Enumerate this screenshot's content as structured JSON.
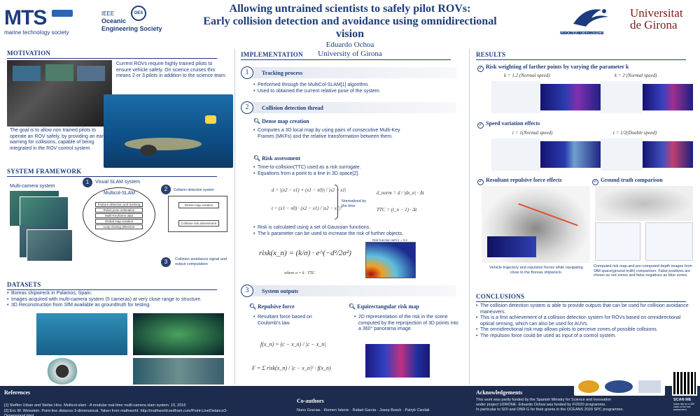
{
  "header": {
    "mts_logo": "MTS",
    "mts_sub": "marine technology society",
    "ieee_logo": "IEEE",
    "oes_logo_1": "Oceanic",
    "oes_logo_2": "Engineering Society",
    "oes_badge": "OES",
    "title_line1": "Allowing untrained scientists to safely pilot ROVs:",
    "title_line2": "Early collision detection and avoidance using omnidirectional vision",
    "author": "Eduardo Ochoa",
    "affiliation": "University of Girona",
    "girona_uw_1": "GIRONA UNDERWATER",
    "girona_uw_2": "VISION AND ROBOTICS",
    "udg_1": "Universitat",
    "udg_2": "de Girona"
  },
  "motivation": {
    "title": "MOTIVATION",
    "text1": "Current ROVs require highly trained pilots to ensure vehicle safety. On science cruises this means 2 or 3 pilots in addition to the science team.",
    "text2": "The goal is to allow non trained pilots to operate an ROV safely, by providing an early warning for collisions, capable of being integrated in the ROV control system."
  },
  "framework": {
    "title": "SYSTEM FRAMEWORK",
    "multicam": "Multi-camera system",
    "n1": "1",
    "visual_slam_label": "Visual SLAM system",
    "multicol": "Multicol-SLAM",
    "slam_items": [
      "Feature detection and tracking",
      "Robot pose estimation",
      "Multi-Keyframe data",
      "Global map creation",
      "Loop closing detection"
    ],
    "n2": "2",
    "collision_label": "Collision detection system",
    "dense_box": "Dense map creation",
    "risk_box": "Collision risk assessment",
    "n3": "3",
    "output_label": "Collision avoidance signal and output computation"
  },
  "datasets": {
    "title": "DATASETS",
    "items": [
      "Boreas shipwreck in Palamos, Spain.",
      "Images acquired with multi-camera system (5 cameras) at very close range to structure.",
      "3D Reconstruction from SfM available as groundtruth for testing."
    ]
  },
  "implementation": {
    "title": "IMPLEMENTATION",
    "n1": "1",
    "tracking": "Tracking process",
    "tracking_items": [
      "Performed through the MultiCol-SLAM[1] algorithm.",
      "Used to obtained the current relative pose of the system."
    ],
    "n2": "2",
    "collision": "Collision detection thread",
    "dense": "Dense map creation",
    "dense_items": [
      "Computes a 3D local map by using pairs of consecutive Multi-Key Frames (MKFs) and the relative transformation between them."
    ],
    "risk": "Risk assessment",
    "risk_items": [
      "Time-to-collision(TTC) used as a risk surrogate.",
      "Equations from a point to a line in 3D space[2]."
    ],
    "eq_d": "d = |(x2 − x1) × (x1 − x0)| / |x2 − x1|",
    "eq_t": "t = (x1 − x0) · (x2 − x1) / |x2 − x1|²",
    "normalized": "Normalized by the time",
    "eq_dnorm": "d_norm = d / |dx_n| · Δt",
    "eq_ttc": "TTC = (t_n − 1) · Δt",
    "risk_items2": [
      "Risk is calculated using a set of Gaussian functions.",
      "The k parameter can be used to increase the risk of further objects."
    ],
    "eq_risk": "risk(x_n) = (k/σ) · e^(−d²/2σ²)",
    "eq_sigma": "where σ = k · TTC",
    "heat_title": "Risk function with k = 0.5",
    "n3": "3",
    "outputs": "System outputs",
    "repulsive": "Repulsive force",
    "repulsive_items": [
      "Resultant force based on Coulomb's law."
    ],
    "eq_f1": "f(x_n) = (c − x_n) / |c − x_n|",
    "eq_f2": "F = Σ risk(x_n) / |c − x_n|² · f(x_n)",
    "equirect": "Equirectangular risk map",
    "equirect_items": [
      "2D representation of the risk in the scene computed by the reprojection of 3D points into a 360° panorama image."
    ]
  },
  "results": {
    "title": "RESULTS",
    "r1": "Risk weighting of farther points by varying the parameter k",
    "k1": "k = 1.2 (Normal speed)",
    "k2": "k = 2 (Normal speed)",
    "r2": "Speed variation effects",
    "t1": "t = 1(Normal speed)",
    "t2": "t = 1/2(Double speed)",
    "r3": "Resultant repulsive force effects",
    "r4": "Ground truth comparison",
    "cap1": "Vehicle trajectory and repulsion forces while navigating close to the Boreas shipwreck.",
    "cap2": "Computed risk map and pre-computed depth images from SfM space(ground truth) comparison. False positives are shown as red zones and false negatives as blue zones."
  },
  "conclusions": {
    "title": "CONCLUSIONS",
    "items": [
      "The collision detection system is able to provide outputs that can be used for collision avoidance maneuvers.",
      "This is a first achievement of a collision detection system for ROVs based on omnidirectional optical sensing, which can also be used for AUVs.",
      "The omnidirectional risk map allows pilots to perceive zones of possible collisions.",
      "The repulsion force could be used as input of a control system."
    ]
  },
  "footer": {
    "refs_title": "References",
    "ref1": "[1] Steffen Urban and Stefan Hinz. Multicol-slam - A modular real-time multi-camera slam system. 10, 2016",
    "ref2": "[2] Eric W. Weisstein. Point-line distance-3-dimensional. Taken from mathworld. http://mathworld.wolfram.com/Point-LineDistance3-Dimensional.html",
    "coauthors_title": "Co-authors",
    "coauthors": "Nuno Gracias · Klemen Istenic · Rafael Garcia · Josep Bosch · Patryk Cieslak",
    "ack_title": "Acknowledgements",
    "ack1": "This work was partly funded by the Spanish Ministry for Science and Innovation",
    "ack2": "under project UDRONE. Eduardo Ochoa was funded by FI2020 programme.",
    "ack3": "In particular to SOI and ONR-G for their grants in the OCEANS 2020 SPC programme.",
    "scan": "SCAN ME",
    "scan_sub": "follow link for a 360 video of the risk assessment"
  }
}
